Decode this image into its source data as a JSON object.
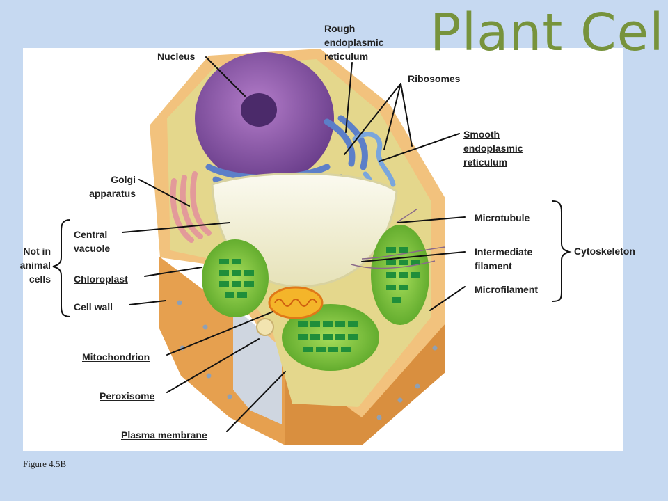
{
  "title": "Plant Cell",
  "caption": "Figure 4.5B",
  "labels": {
    "rough_er": [
      "Rough",
      "endoplasmic",
      "reticulum"
    ],
    "nucleus": "Nucleus",
    "ribosomes": "Ribosomes",
    "smooth_er": [
      "Smooth",
      "endoplasmic",
      "reticulum"
    ],
    "golgi": [
      "Golgi",
      "apparatus"
    ],
    "central_vacuole": [
      "Central",
      "vacuole"
    ],
    "not_in_animal_cells": [
      "Not in",
      "animal",
      "cells"
    ],
    "chloroplast": "Chloroplast",
    "cell_wall": "Cell wall",
    "microtubule": "Microtubule",
    "intermediate_filament": [
      "Intermediate",
      "filament"
    ],
    "microfilament": "Microfilament",
    "cytoskeleton": "Cytoskeleton",
    "mitochondrion": "Mitochondrion",
    "peroxisome": "Peroxisome",
    "plasma_membrane": "Plasma membrane"
  },
  "colors": {
    "background": "#c6d9f1",
    "panel": "#ffffff",
    "title": "#77933c",
    "cell_wall": "#e8a85a",
    "cytoplasm": "#e7d98a",
    "nucleus": "#8a5aa8",
    "er": "#6f8fd0",
    "vacuole": "#f3f1dc",
    "chloroplast": "#7ec23a",
    "grana": "#1f8e3a",
    "mitochondrion": "#f0a020",
    "golgi": "#e9a0a0"
  }
}
